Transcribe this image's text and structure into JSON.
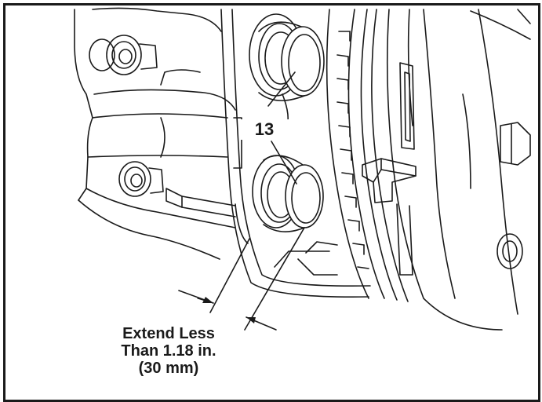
{
  "callout_number": "13",
  "spec": {
    "line1": "Extend Less",
    "line2": "Than 1.18 in.",
    "line3": "(30 mm)"
  },
  "colors": {
    "ink": "#1a1a1a",
    "paper": "#ffffff"
  }
}
